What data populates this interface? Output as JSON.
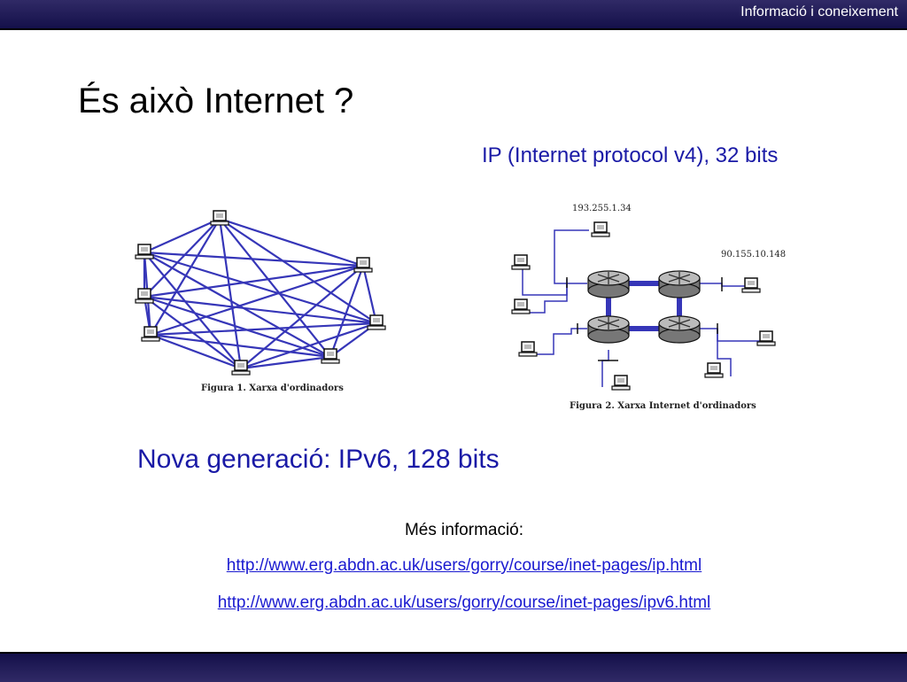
{
  "header": {
    "text": "Informació i coneixement"
  },
  "slide": {
    "title": "És això Internet ?",
    "ipv4_text": "IP (Internet protocol v4), 32 bits",
    "ipv6_text": "Nova generació: IPv6, 128 bits",
    "more_info": "Més informació:",
    "links": [
      "http://www.erg.abdn.ac.uk/users/gorry/course/inet-pages/ip.html",
      "http://www.erg.abdn.ac.uk/users/gorry/course/inet-pages/ipv6.html"
    ]
  },
  "figure1": {
    "caption": "Figura 1. Xarxa d'ordinadors"
  },
  "figure2": {
    "caption": "Figura 2. Xarxa Internet d'ordinadors",
    "ip_labels": [
      "193.255.1.34",
      "90.155.10.148"
    ]
  },
  "colors": {
    "link_blue": "#3636b8",
    "text_blue": "#1a1aa6",
    "bar": "#201c58"
  }
}
